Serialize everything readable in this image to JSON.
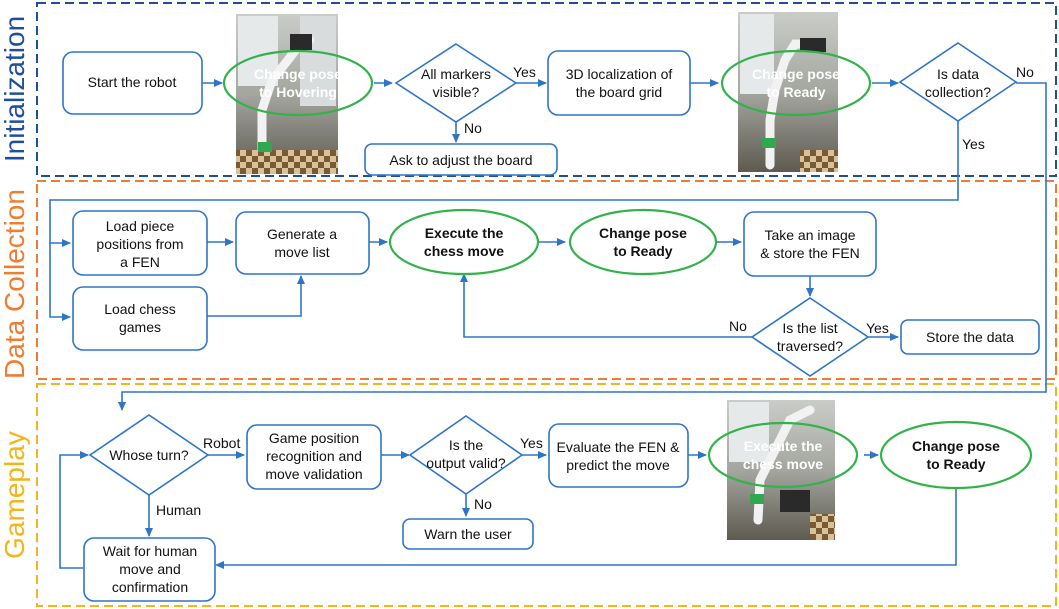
{
  "sections": {
    "initialization": {
      "title": "Initialization",
      "color": "#1f4e9c"
    },
    "data_collection": {
      "title": "Data Collection",
      "color": "#ee7d31"
    },
    "gameplay": {
      "title": "Gameplay",
      "color": "#f2b61b"
    }
  },
  "colors": {
    "flow": "#2e75c8",
    "highlight": "#32b34a"
  },
  "nodes": {
    "start_robot": "Start the robot",
    "hover_pose": [
      "Change pose",
      "to Hovering"
    ],
    "markers_visible": [
      "All markers",
      "visible?"
    ],
    "localization": [
      "3D localization of",
      "the board grid"
    ],
    "ready_pose_init": [
      "Change pose",
      "to Ready"
    ],
    "data_collection_q": [
      "Is data",
      "collection?"
    ],
    "adjust_board": "Ask to adjust the board",
    "load_fen": [
      "Load piece",
      "positions from",
      "a FEN"
    ],
    "load_games": [
      "Load chess",
      "games"
    ],
    "gen_moves": [
      "Generate a",
      "move list"
    ],
    "exec_move_dc": [
      "Execute the",
      "chess move"
    ],
    "ready_pose_dc": [
      "Change pose",
      "to Ready"
    ],
    "take_image": [
      "Take an image",
      "& store the FEN"
    ],
    "list_traversed": [
      "Is the list",
      "traversed?"
    ],
    "store_data": "Store the data",
    "whose_turn": "Whose turn?",
    "recognition": [
      "Game position",
      "recognition and",
      "move validation"
    ],
    "output_valid": [
      "Is the",
      "output valid?"
    ],
    "evaluate_fen": [
      "Evaluate the FEN &",
      "predict the move"
    ],
    "exec_move_gp": [
      "Execute the",
      "chess move"
    ],
    "ready_pose_gp": [
      "Change pose",
      "to Ready"
    ],
    "warn_user": "Warn the user",
    "wait_human": [
      "Wait for human",
      "move and",
      "confirmation"
    ]
  },
  "edge_labels": {
    "yes": "Yes",
    "no": "No",
    "robot": "Robot",
    "human": "Human"
  }
}
